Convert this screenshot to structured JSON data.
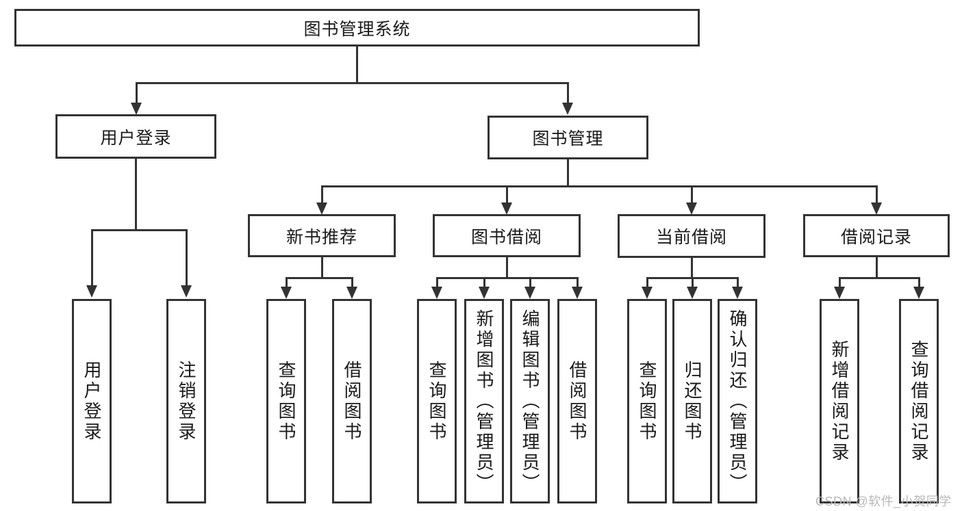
{
  "diagram": {
    "root": {
      "label": "图书管理系统"
    },
    "branches": [
      {
        "label": "用户登录",
        "children": [
          {
            "label": "用户登录"
          },
          {
            "label": "注销登录"
          }
        ]
      },
      {
        "label": "图书管理",
        "children": [
          {
            "label": "新书推荐",
            "children": [
              {
                "label": "查询图书"
              },
              {
                "label": "借阅图书"
              }
            ]
          },
          {
            "label": "图书借阅",
            "children": [
              {
                "label": "查询图书"
              },
              {
                "label": "新增图书（管理员）"
              },
              {
                "label": "编辑图书（管理员）"
              },
              {
                "label": "借阅图书"
              }
            ]
          },
          {
            "label": "当前借阅",
            "children": [
              {
                "label": "查询图书"
              },
              {
                "label": "归还图书"
              },
              {
                "label": "确认归还（管理员）"
              }
            ]
          },
          {
            "label": "借阅记录",
            "children": [
              {
                "label": "新增借阅记录"
              },
              {
                "label": "查询借阅记录"
              }
            ]
          }
        ]
      }
    ]
  },
  "watermark": {
    "text": "CSDN @软件_小贺同学"
  },
  "colors": {
    "line": "#333333",
    "text": "#1a1a1a",
    "box_background": "#ffffff",
    "watermark": "#b8b8b8"
  }
}
